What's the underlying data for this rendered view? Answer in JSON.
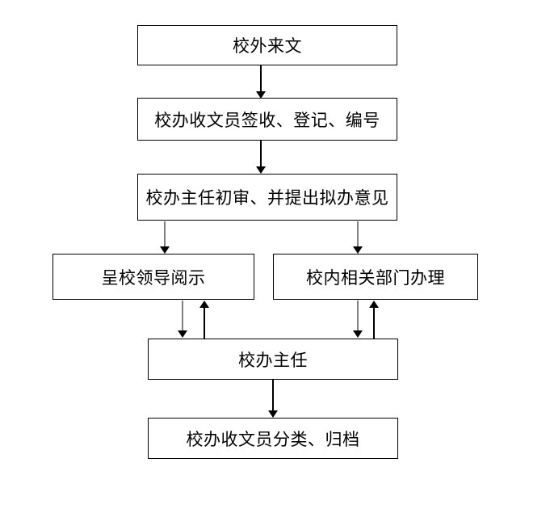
{
  "diagram": {
    "type": "flowchart",
    "background": "#ffffff",
    "nodes": [
      {
        "id": "external-document",
        "label": "校外来文"
      },
      {
        "id": "sign-register-number",
        "label": "校办收文员签收、登记、编号"
      },
      {
        "id": "director-initial-review",
        "label": "校办主任初审、并提出拟办意见"
      },
      {
        "id": "leader-review",
        "label": "呈校领导阅示"
      },
      {
        "id": "internal-departments",
        "label": "校内相关部门办理"
      },
      {
        "id": "office-director",
        "label": "校办主任"
      },
      {
        "id": "classify-archive",
        "label": "校办收文员分类、归档"
      }
    ],
    "edges": [
      {
        "from": "external-document",
        "to": "sign-register-number",
        "direction": "down"
      },
      {
        "from": "sign-register-number",
        "to": "director-initial-review",
        "direction": "down"
      },
      {
        "from": "director-initial-review",
        "to": "leader-review",
        "direction": "down"
      },
      {
        "from": "director-initial-review",
        "to": "internal-departments",
        "direction": "down"
      },
      {
        "from": "leader-review",
        "to": "office-director",
        "direction": "two-way"
      },
      {
        "from": "internal-departments",
        "to": "office-director",
        "direction": "two-way"
      },
      {
        "from": "office-director",
        "to": "classify-archive",
        "direction": "down"
      }
    ],
    "colors": {
      "box_border": "#000000",
      "text": "#000000",
      "arrow_head": "#000000",
      "arrow_shaft": "#000000",
      "arrow_shaft_gray": "#808080",
      "background": "#ffffff"
    }
  }
}
